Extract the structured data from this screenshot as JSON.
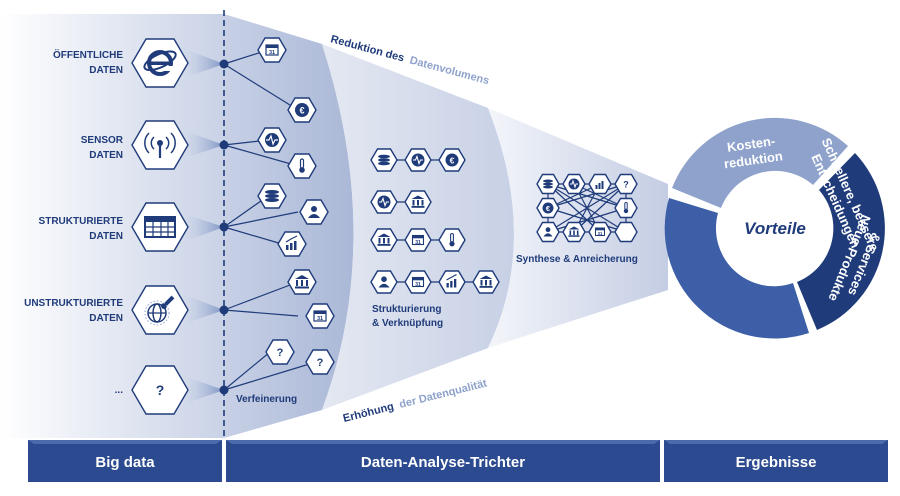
{
  "colors": {
    "navy": "#1f3b7a",
    "blue_mid": "#3d5fa8",
    "blue_light": "#8ea2cc",
    "blue_pale": "#dde3ef",
    "text_light": "#8ea2cc"
  },
  "sources": [
    {
      "label_line1": "ÖFFENTLICHE",
      "label_line2": "DATEN",
      "icon": "internet-explorer-icon"
    },
    {
      "label_line1": "SENSOR",
      "label_line2": "DATEN",
      "icon": "sensor-antenna-icon"
    },
    {
      "label_line1": "STRUKTURIERTE",
      "label_line2": "DATEN",
      "icon": "table-grid-icon"
    },
    {
      "label_line1": "UNSTRUKTURIERTE",
      "label_line2": "DATEN",
      "icon": "magnifier-globe-icon"
    },
    {
      "label_line1": "...",
      "label_line2": "",
      "icon": "question-icon"
    }
  ],
  "data_icons": {
    "calendar": "calendar-icon",
    "euro": "euro-icon",
    "pulse": "pulse-icon",
    "thermometer": "thermometer-icon",
    "stack": "stack-icon",
    "person": "person-icon",
    "chart": "chart-icon",
    "bank": "bank-icon",
    "question": "question-icon"
  },
  "calendar_day": "31",
  "question_mark": "?",
  "steps": {
    "verfeinerung": "Verfeinerung",
    "strukturierung_line1": "Strukturierung",
    "strukturierung_line2": "& Verknüpfung",
    "synthese": "Synthese & Anreicherung"
  },
  "annotations": {
    "reduktion_part1": "Reduktion des",
    "reduktion_part2": "Datenvolumens",
    "erhoehung_part1": "Erhöhung",
    "erhoehung_part2": "der Datenqualität"
  },
  "results": {
    "center": "Vorteile",
    "segment1_line1": "Kosten-",
    "segment1_line2": "reduktion",
    "segment2_line1": "Schnellere, bessere",
    "segment2_line2": "Entscheidungen",
    "segment3_line1": "Neue Produkte",
    "segment3_line2": "& Services"
  },
  "footer": {
    "left": "Big data",
    "middle": "Daten-Analyse-Trichter",
    "right": "Ergebnisse"
  }
}
